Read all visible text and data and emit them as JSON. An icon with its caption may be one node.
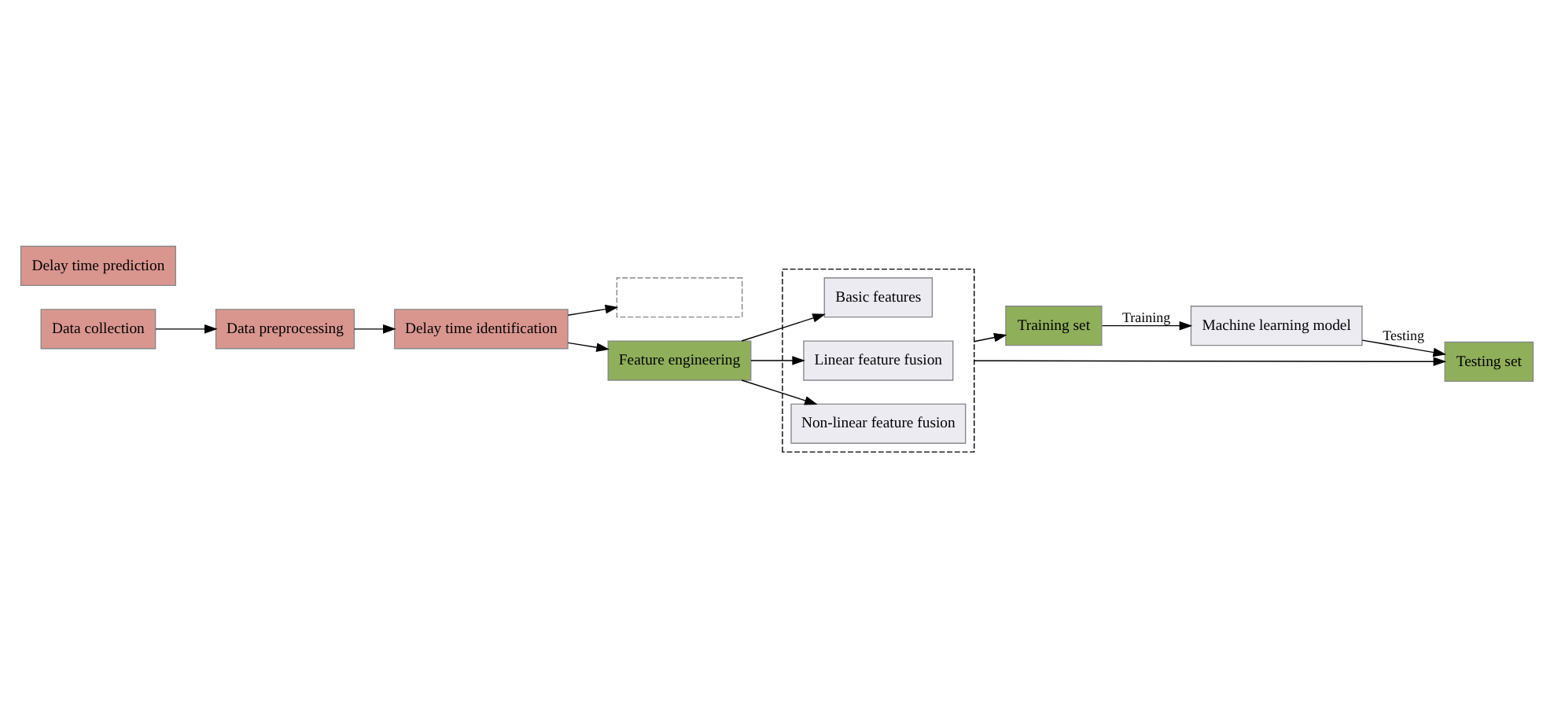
{
  "diagram": {
    "nodes": [
      {
        "text": [
          "Data collection"
        ]
      },
      {
        "text": [
          "Data preprocessing"
        ]
      },
      {
        "text": [
          "Delay time identification"
        ]
      },
      {
        "text": [
          "Delay time prediction"
        ]
      },
      {
        "text": [],
        "shape": "box"
      },
      {
        "text": [
          "Machine learning model"
        ]
      },
      {
        "text": [
          "Training set"
        ]
      },
      {
        "text": [
          "Testing set"
        ]
      },
      {
        "text": [],
        "shape": "box"
      },
      {
        "text": [
          "Basic features"
        ],
        "in": 8
      },
      {
        "text": [
          "Linear feature fusion"
        ],
        "in": 8
      },
      {
        "text": [
          "Non-linear feature fusion"
        ],
        "in": 8
      },
      {
        "text": [
          "Feature engineering"
        ]
      }
    ],
    "edges": [
      {
        "from": 0,
        "to": 1,
        "arrow": "to"
      },
      {
        "from": 1,
        "to": 2,
        "arrow": "to"
      },
      {
        "from": 2,
        "to": 4,
        "arrow": "to"
      },
      {
        "from": 2,
        "to": 12,
        "arrow": "to"
      },
      {
        "from": 6,
        "to": 5,
        "arrow": "to",
        "label": "Training"
      },
      {
        "from": 5,
        "to": 7,
        "arrow": "to",
        "label": "Testing"
      },
      {
        "from": 8,
        "to": 6,
        "arrow": "to"
      },
      {
        "from": 8,
        "to": 7,
        "arrow": "to"
      },
      {
        "from": 12,
        "to": 9,
        "arrow": "to"
      },
      {
        "from": 12,
        "to": 10,
        "arrow": "to"
      },
      {
        "from": 12,
        "to": 11,
        "arrow": "to"
      }
    ]
  }
}
